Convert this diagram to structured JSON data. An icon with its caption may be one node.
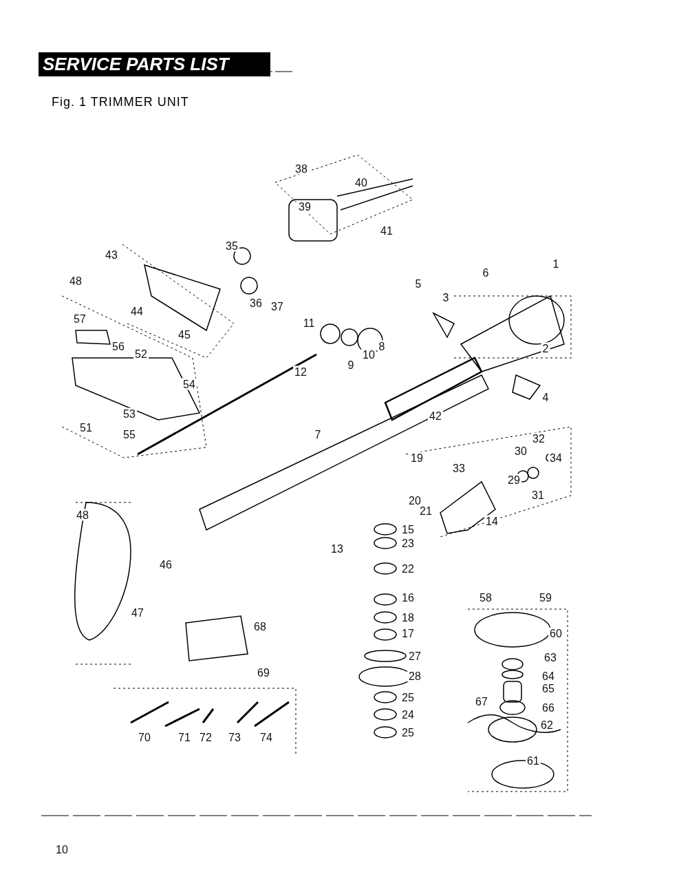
{
  "diagram": {
    "title": "SERVICE PARTS LIST",
    "labels": [
      "Fig. 1 TRIMMER UNIT",
      "38",
      "40",
      "39",
      "41",
      "35",
      "43",
      "1",
      "6",
      "48",
      "5",
      "3",
      "36",
      "37",
      "44",
      "57",
      "11",
      "45",
      "56",
      "8",
      "2",
      "52",
      "10",
      "9",
      "12",
      "54",
      "4",
      "53",
      "42",
      "51",
      "55",
      "7",
      "32",
      "30",
      "19",
      "34",
      "33",
      "29",
      "31",
      "20",
      "21",
      "48",
      "14",
      "15",
      "23",
      "13",
      "46",
      "22",
      "16",
      "58",
      "59",
      "47",
      "18",
      "68",
      "17",
      "60",
      "27",
      "63",
      "69",
      "28",
      "64",
      "65",
      "25",
      "67",
      "66",
      "24",
      "62",
      "25",
      "70",
      "71",
      "72",
      "73",
      "74",
      "61",
      "10"
    ]
  }
}
